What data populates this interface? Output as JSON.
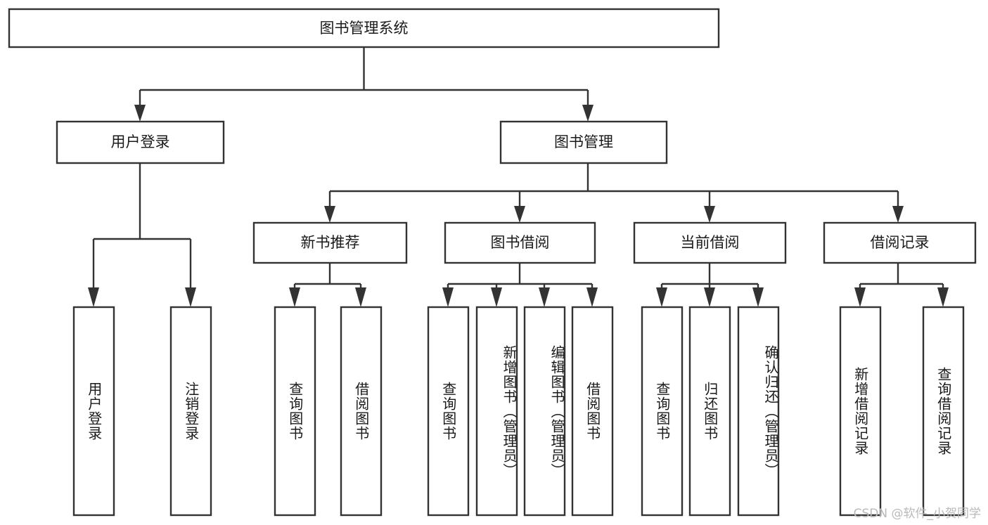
{
  "diagram": {
    "type": "tree",
    "title": "图书管理系统",
    "root": {
      "id": "root",
      "label": "图书管理系统",
      "orientation": "horizontal"
    },
    "level2": [
      {
        "id": "user-login",
        "label": "用户登录",
        "orientation": "horizontal"
      },
      {
        "id": "book-manage",
        "label": "图书管理",
        "orientation": "horizontal"
      }
    ],
    "level3": [
      {
        "id": "new-book-recommend",
        "label": "新书推荐",
        "orientation": "horizontal",
        "parent": "book-manage"
      },
      {
        "id": "book-borrow",
        "label": "图书借阅",
        "orientation": "horizontal",
        "parent": "book-manage"
      },
      {
        "id": "current-borrow",
        "label": "当前借阅",
        "orientation": "horizontal",
        "parent": "book-manage"
      },
      {
        "id": "borrow-record",
        "label": "借阅记录",
        "orientation": "horizontal",
        "parent": "book-manage"
      }
    ],
    "leaves": [
      {
        "id": "leaf-user-login",
        "label": "用户登录",
        "parent": "user-login",
        "orientation": "vertical"
      },
      {
        "id": "leaf-logout",
        "label": "注销登录",
        "parent": "user-login",
        "orientation": "vertical"
      },
      {
        "id": "leaf-query-book-1",
        "label": "查询图书",
        "parent": "new-book-recommend",
        "orientation": "vertical"
      },
      {
        "id": "leaf-borrow-book-1",
        "label": "借阅图书",
        "parent": "new-book-recommend",
        "orientation": "vertical"
      },
      {
        "id": "leaf-query-book-2",
        "label": "查询图书",
        "parent": "book-borrow",
        "orientation": "vertical"
      },
      {
        "id": "leaf-add-book",
        "label": "新增图书（管理员）",
        "parent": "book-borrow",
        "orientation": "vertical"
      },
      {
        "id": "leaf-edit-book",
        "label": "编辑图书（管理员）",
        "parent": "book-borrow",
        "orientation": "vertical"
      },
      {
        "id": "leaf-borrow-book-2",
        "label": "借阅图书",
        "parent": "book-borrow",
        "orientation": "vertical"
      },
      {
        "id": "leaf-query-book-3",
        "label": "查询图书",
        "parent": "current-borrow",
        "orientation": "vertical"
      },
      {
        "id": "leaf-return-book",
        "label": "归还图书",
        "parent": "current-borrow",
        "orientation": "vertical"
      },
      {
        "id": "leaf-confirm-return",
        "label": "确认归还（管理员）",
        "parent": "current-borrow",
        "orientation": "vertical"
      },
      {
        "id": "leaf-add-record",
        "label": "新增借阅记录",
        "parent": "borrow-record",
        "orientation": "vertical"
      },
      {
        "id": "leaf-query-record",
        "label": "查询借阅记录",
        "parent": "borrow-record",
        "orientation": "vertical"
      }
    ],
    "colors": {
      "box_stroke": "#333333",
      "box_fill": "#ffffff",
      "text": "#1a1a1a",
      "background": "#ffffff",
      "watermark": "#b9b9b9"
    }
  },
  "watermark": {
    "text": "CSDN @软件_小贺同学"
  }
}
